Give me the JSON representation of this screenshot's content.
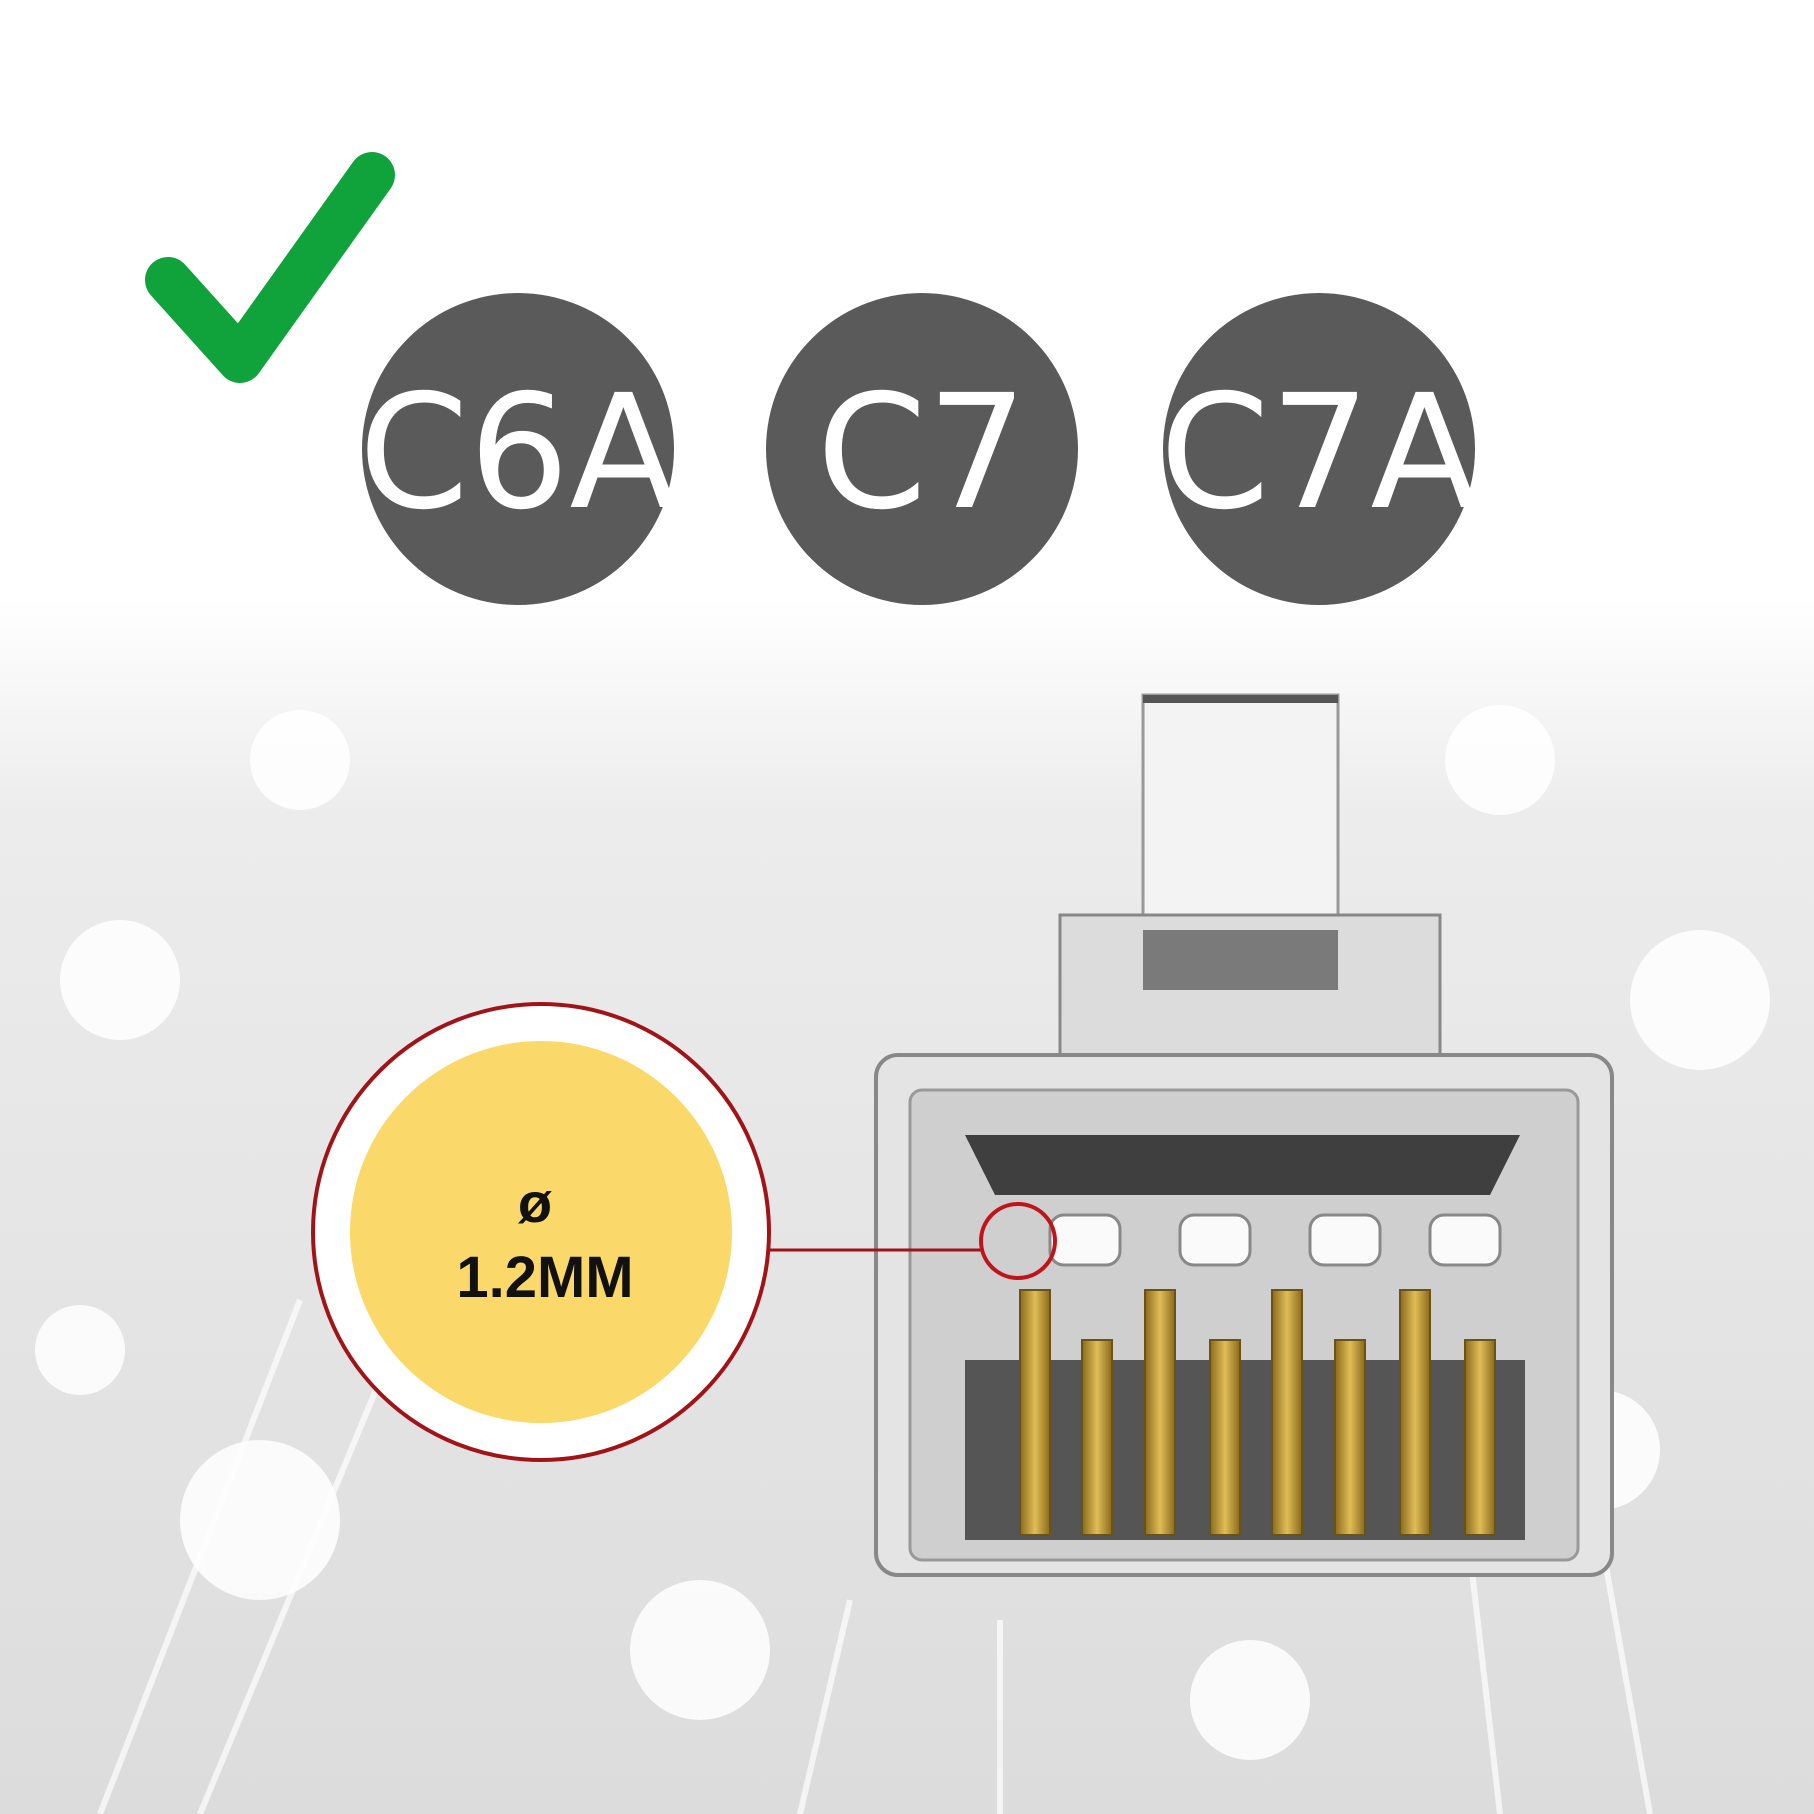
{
  "badges": [
    "C6A",
    "C7",
    "C7A"
  ],
  "callout": {
    "symbol": "ø",
    "value": "1.2MM"
  },
  "colors": {
    "check": "#10a33c",
    "badge": "#5a5a5a",
    "ring": "#a01418",
    "fill": "#fbd86a",
    "gold": "#c9a33a"
  },
  "icons": {
    "check": "check-icon"
  }
}
